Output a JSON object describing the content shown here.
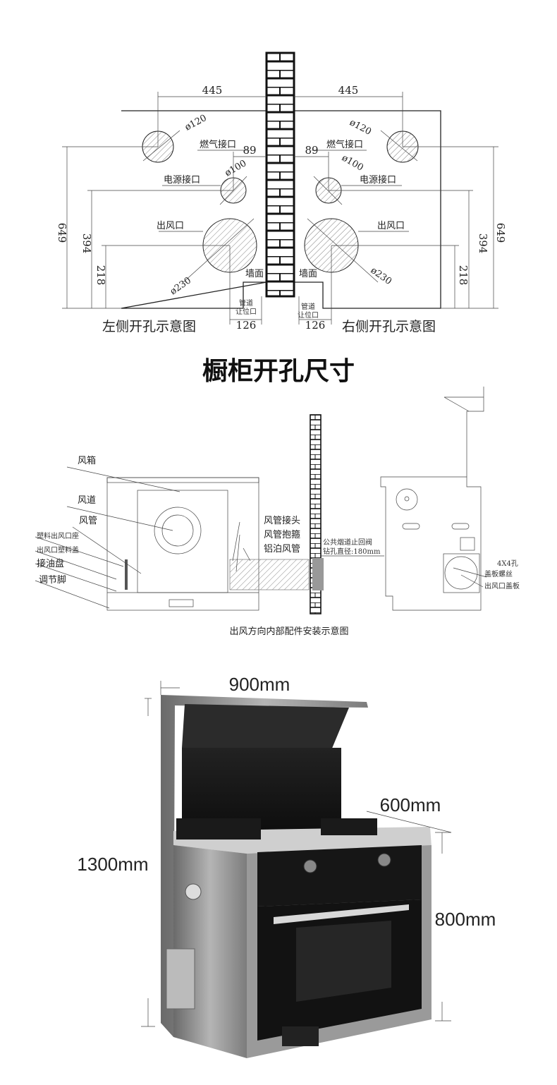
{
  "top_diagram": {
    "dim_445_left": "445",
    "dim_445_right": "445",
    "dim_89_left": "89",
    "dim_89_right": "89",
    "dim_649_left": "649",
    "dim_649_right": "649",
    "dim_394_left": "394",
    "dim_394_right": "394",
    "dim_218_left": "218",
    "dim_218_right": "218",
    "dim_126_left": "126",
    "dim_126_right": "126",
    "phi120": "ø120",
    "phi100": "ø100",
    "phi230": "ø230",
    "gas_inlet": "燃气接口",
    "power_inlet": "电源接口",
    "air_outlet": "出风口",
    "wall": "墙面",
    "pipe_clearance_1": "管道",
    "pipe_clearance_2": "让位口",
    "left_caption": "左侧开孔示意图",
    "right_caption": "右侧开孔示意图"
  },
  "section_title": "橱柜开孔尺寸",
  "middle_diagram": {
    "labels_left": [
      "风箱",
      "风道",
      "风管",
      "塑料出风口座",
      "出风口塑料盖",
      "接油盘",
      "调节脚"
    ],
    "labels_right": [
      "风管接头",
      "风管抱箍",
      "铝泊风管"
    ],
    "flue_valve": "公共烟道止回阀",
    "drill_diameter": "钻孔直径:180mm",
    "holes": "4X4孔",
    "cover_screws": "盖板螺丝",
    "outlet_cover": "出风口盖板",
    "caption": "出风方向内部配件安装示意图"
  },
  "product": {
    "width": "900mm",
    "depth": "600mm",
    "height": "1300mm",
    "counter_height": "800mm"
  }
}
